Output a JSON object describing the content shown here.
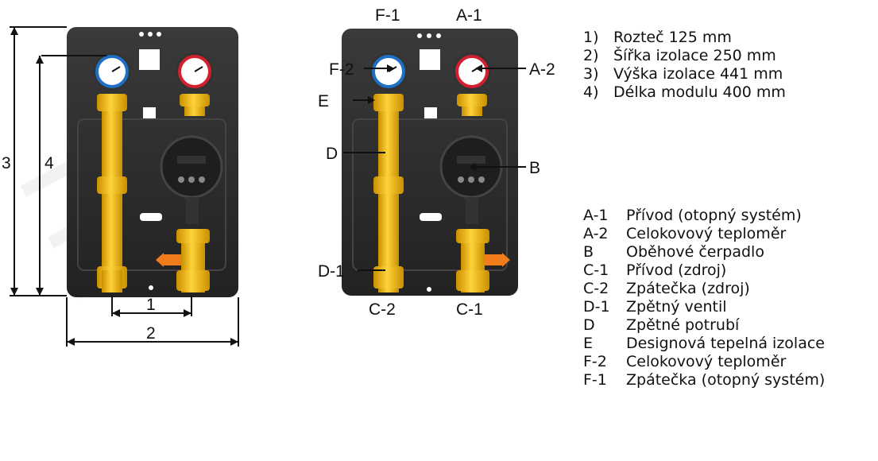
{
  "watermark": "HT",
  "left_diagram": {
    "dim_labels": [
      "3",
      "4",
      "1",
      "2"
    ]
  },
  "right_diagram": {
    "top_labels": [
      "F-1",
      "A-1"
    ],
    "left_callouts": [
      "F-2",
      "E",
      "D",
      "D-1"
    ],
    "right_callouts": [
      "A-2",
      "B"
    ],
    "bottom_labels": [
      "C-2",
      "C-1"
    ]
  },
  "dimensions": [
    {
      "num": "1)",
      "text": "Rozteč 125 mm"
    },
    {
      "num": "2)",
      "text": "Šířka izolace 250 mm"
    },
    {
      "num": "3)",
      "text": "Výška izolace 441 mm"
    },
    {
      "num": "4)",
      "text": "Délka modulu 400 mm"
    }
  ],
  "parts": [
    {
      "code": "A-1",
      "text": "Přívod (otopný systém)"
    },
    {
      "code": "A-2",
      "text": "Celokovový teploměr"
    },
    {
      "code": "B",
      "text": "Oběhové čerpadlo"
    },
    {
      "code": "C-1",
      "text": "Přívod (zdroj)"
    },
    {
      "code": "C-2",
      "text": "Zpátečka (zdroj)"
    },
    {
      "code": "D-1",
      "text": "Zpětný ventil"
    },
    {
      "code": "D",
      "text": "Zpětné potrubí"
    },
    {
      "code": "E",
      "text": "Designová tepelná izolace"
    },
    {
      "code": "F-2",
      "text": "Celokovový teploměr"
    },
    {
      "code": "F-1",
      "text": "Zpátečka (otopný systém)"
    }
  ],
  "colors": {
    "insulation": "#2b2b2b",
    "brass": "#f2b705",
    "hot": "#d2202e",
    "cold": "#1f6fc4",
    "valve_handle": "#f07c1c"
  }
}
